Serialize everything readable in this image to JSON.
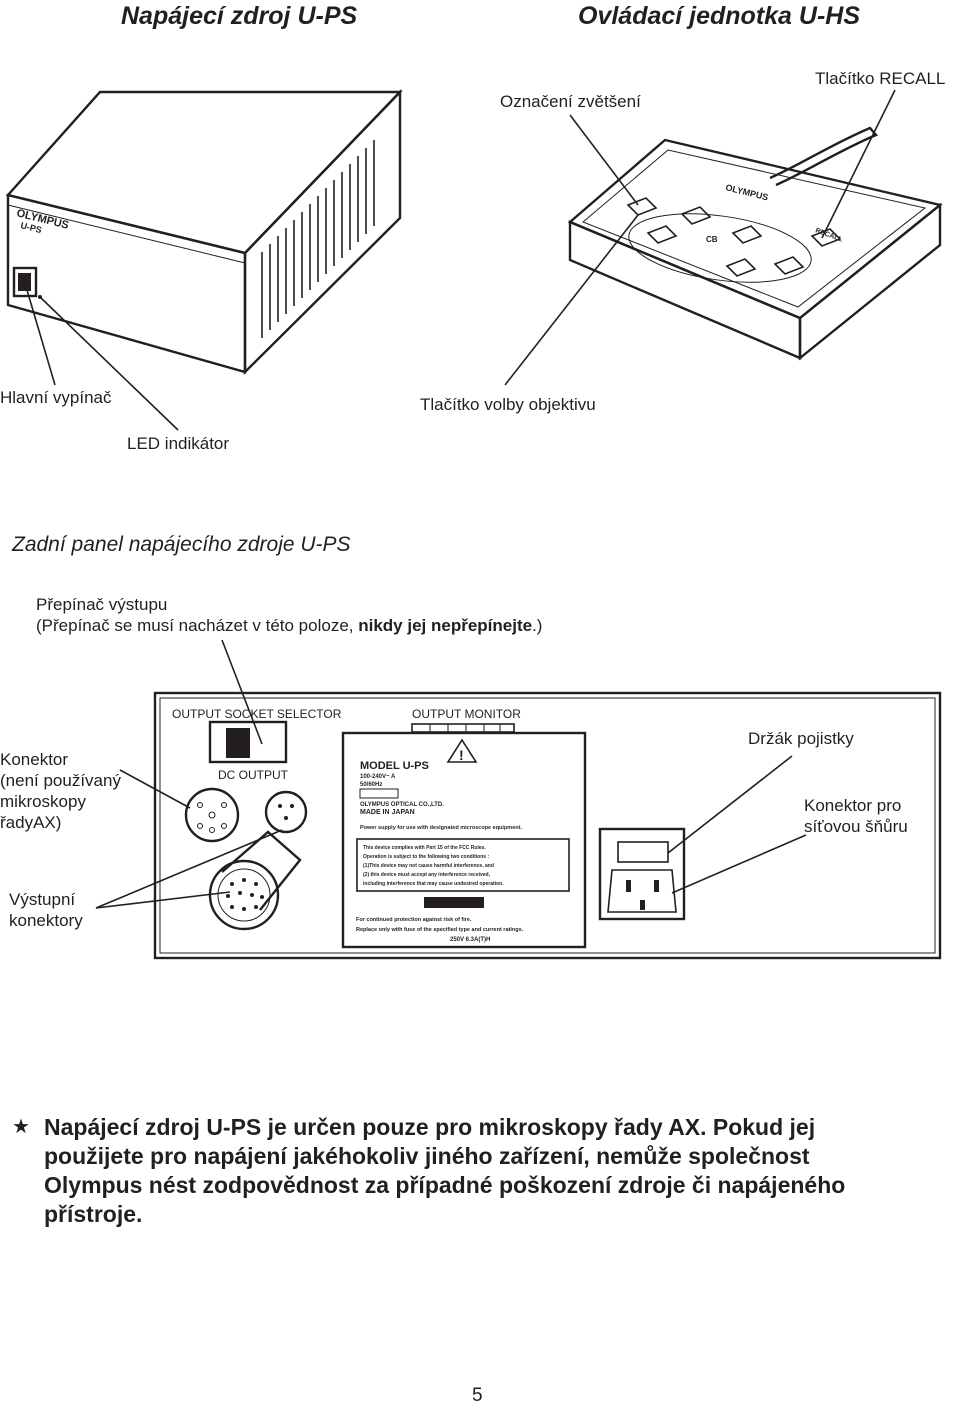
{
  "titles": {
    "left": "Napájecí zdroj U-PS",
    "right": "Ovládací jednotka U-HS"
  },
  "callouts_top": {
    "magnification_mark": "Označení zvětšení",
    "recall_button": "Tlačítko RECALL",
    "main_switch": "Hlavní vypínač",
    "objective_button": "Tlačítko volby objektivu",
    "led_indicator": "LED indikátor"
  },
  "device_labels": {
    "logo": "OLYMPUS",
    "model": "U-PS",
    "handset_logo": "OLYMPUS",
    "recall": "RECALL",
    "cb": "CB"
  },
  "rear_panel": {
    "section_title": "Zadní panel napájecího zdroje U-PS",
    "selector_label": "Přepínač výstupu",
    "selector_note_pre": "(Přepínač se musí nacházet v této poloze, ",
    "selector_note_bold": "nikdy jej nepřepínejte",
    "selector_note_post": ".)",
    "connector_unused": [
      "Konektor",
      "(není používaný",
      "mikroskopy",
      "řadyAX)"
    ],
    "output_connectors": [
      "Výstupní",
      "konektory"
    ],
    "fuse_holder": "Držák pojistky",
    "mains_connector": [
      "Konektor pro",
      "síťovou šňůru"
    ]
  },
  "panel_print": {
    "output_socket_selector": "OUTPUT SOCKET SELECTOR",
    "output_monitor": "OUTPUT MONITOR",
    "dc_output": "DC OUTPUT",
    "model_line": "MODEL  U-PS",
    "rating1": "100-240V~     A",
    "rating2": "50/60Hz",
    "maker": "OLYMPUS OPTICAL CO.,LTD.",
    "made_in": "MADE IN  JAPAN",
    "supply_note": "Power supply for use with designated microscope equipment.",
    "fcc1": "This device complies with Part 15 of the FCC Rules.",
    "fcc2": "Operation is subject to the following two conditions :",
    "fcc3": "(1)This device may not cause harmful interference, and",
    "fcc4": "(2) this device must accept any interference received,",
    "fcc5": "including interference that may cause undesired operation.",
    "fire1": "For continued protection against risk of fire.",
    "fire2": "Replace only with fuse of the specified type and current ratings.",
    "fuse": "250V 6.3A(T)H"
  },
  "note": {
    "star": "★",
    "text": "Napájecí zdroj U-PS je určen pouze pro mikroskopy řady AX. Pokud jej použijete pro napájení jakéhokoliv jiného zařízení, nemůže společnost Olympus nést zodpovědnost za případné poškození zdroje či napájeného přístroje."
  },
  "page_number": "5"
}
